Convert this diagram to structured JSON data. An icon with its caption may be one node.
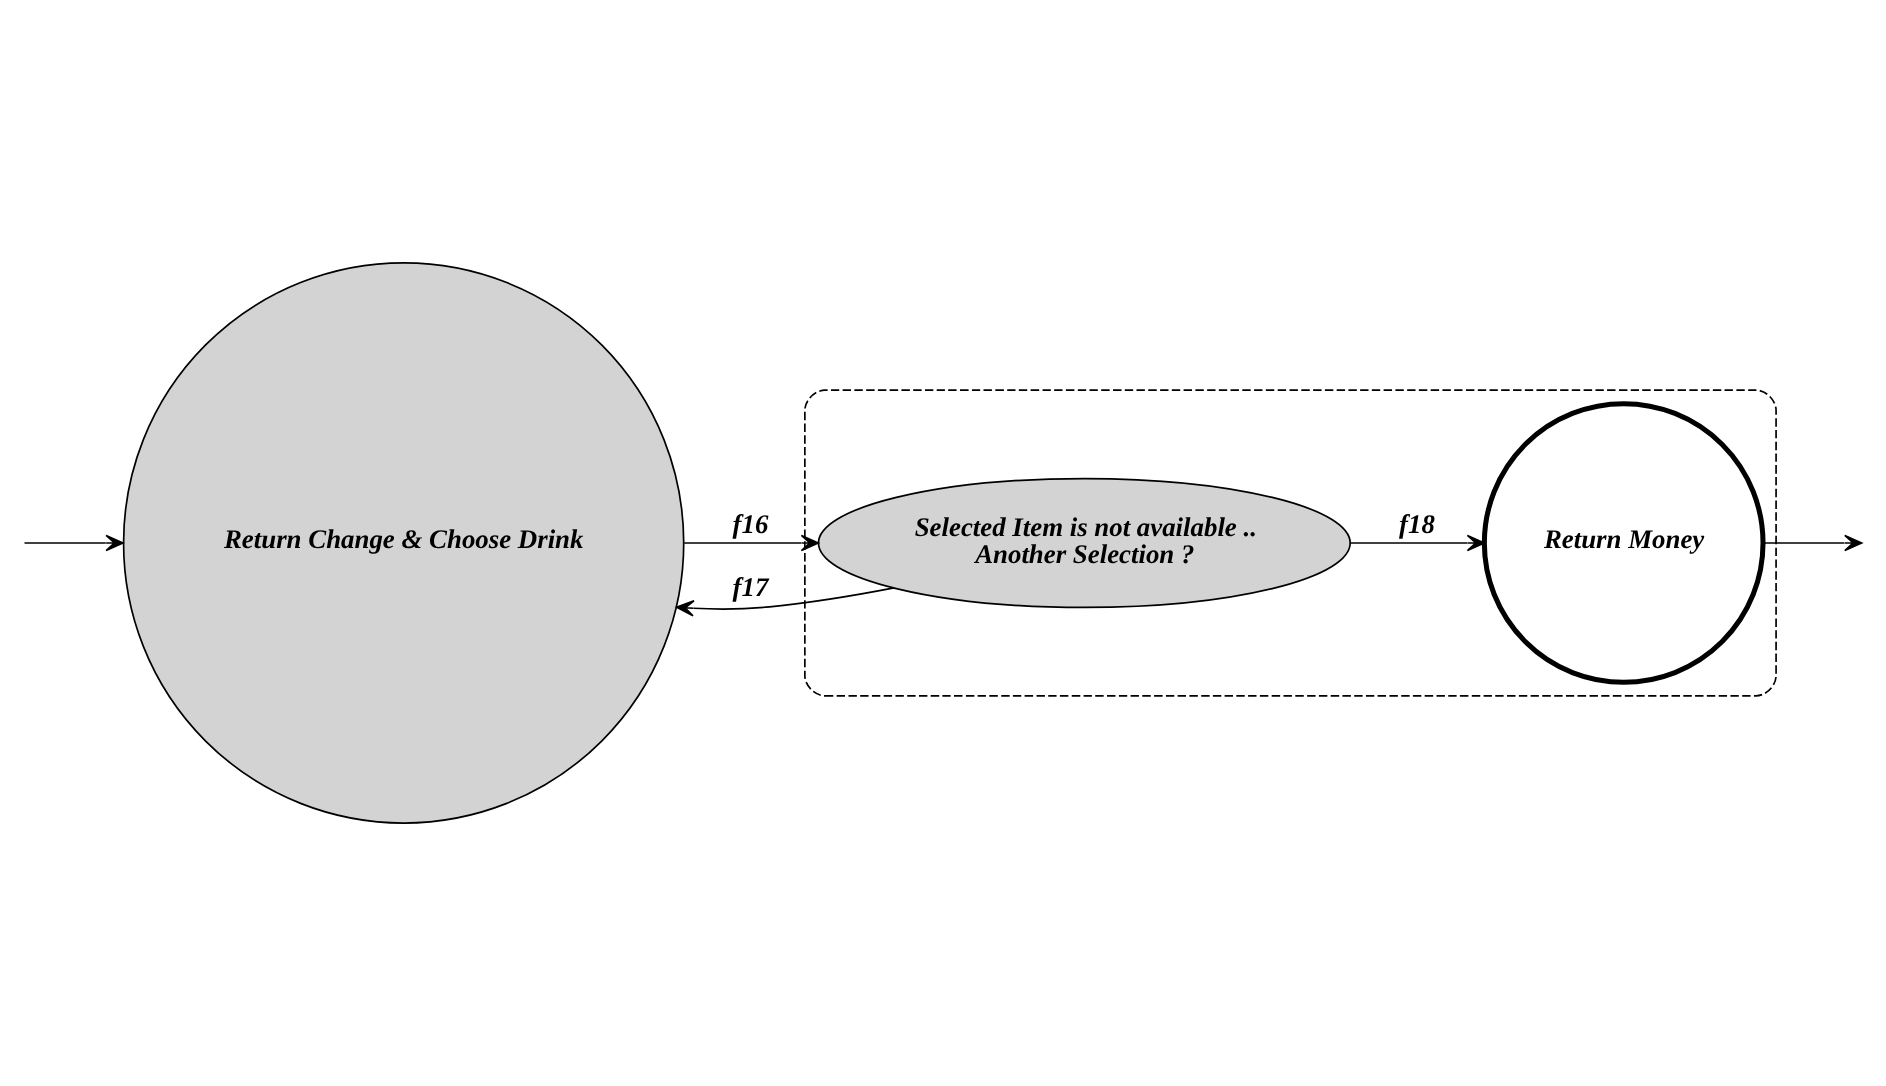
{
  "diagram": {
    "nodes": [
      {
        "text": [
          "Return Change & Choose Drink"
        ]
      },
      {
        "text": [],
        "shape": "box"
      },
      {
        "text": [
          "Selected Item is not available ..",
          "Another Selection ?"
        ],
        "in": 1
      },
      {
        "text": [
          "Return Money"
        ],
        "in": 1
      }
    ],
    "edges": [
      {
        "from": null,
        "to": 0,
        "arrow": "to"
      },
      {
        "from": 2,
        "to": 0,
        "arrow": "to",
        "label": "f17"
      },
      {
        "from": 0,
        "to": 2,
        "arrow": "to",
        "label": "f16"
      },
      {
        "from": 2,
        "to": 3,
        "arrow": "to",
        "label": "f18"
      },
      {
        "from": 3,
        "to": null,
        "arrow": "to"
      }
    ]
  }
}
